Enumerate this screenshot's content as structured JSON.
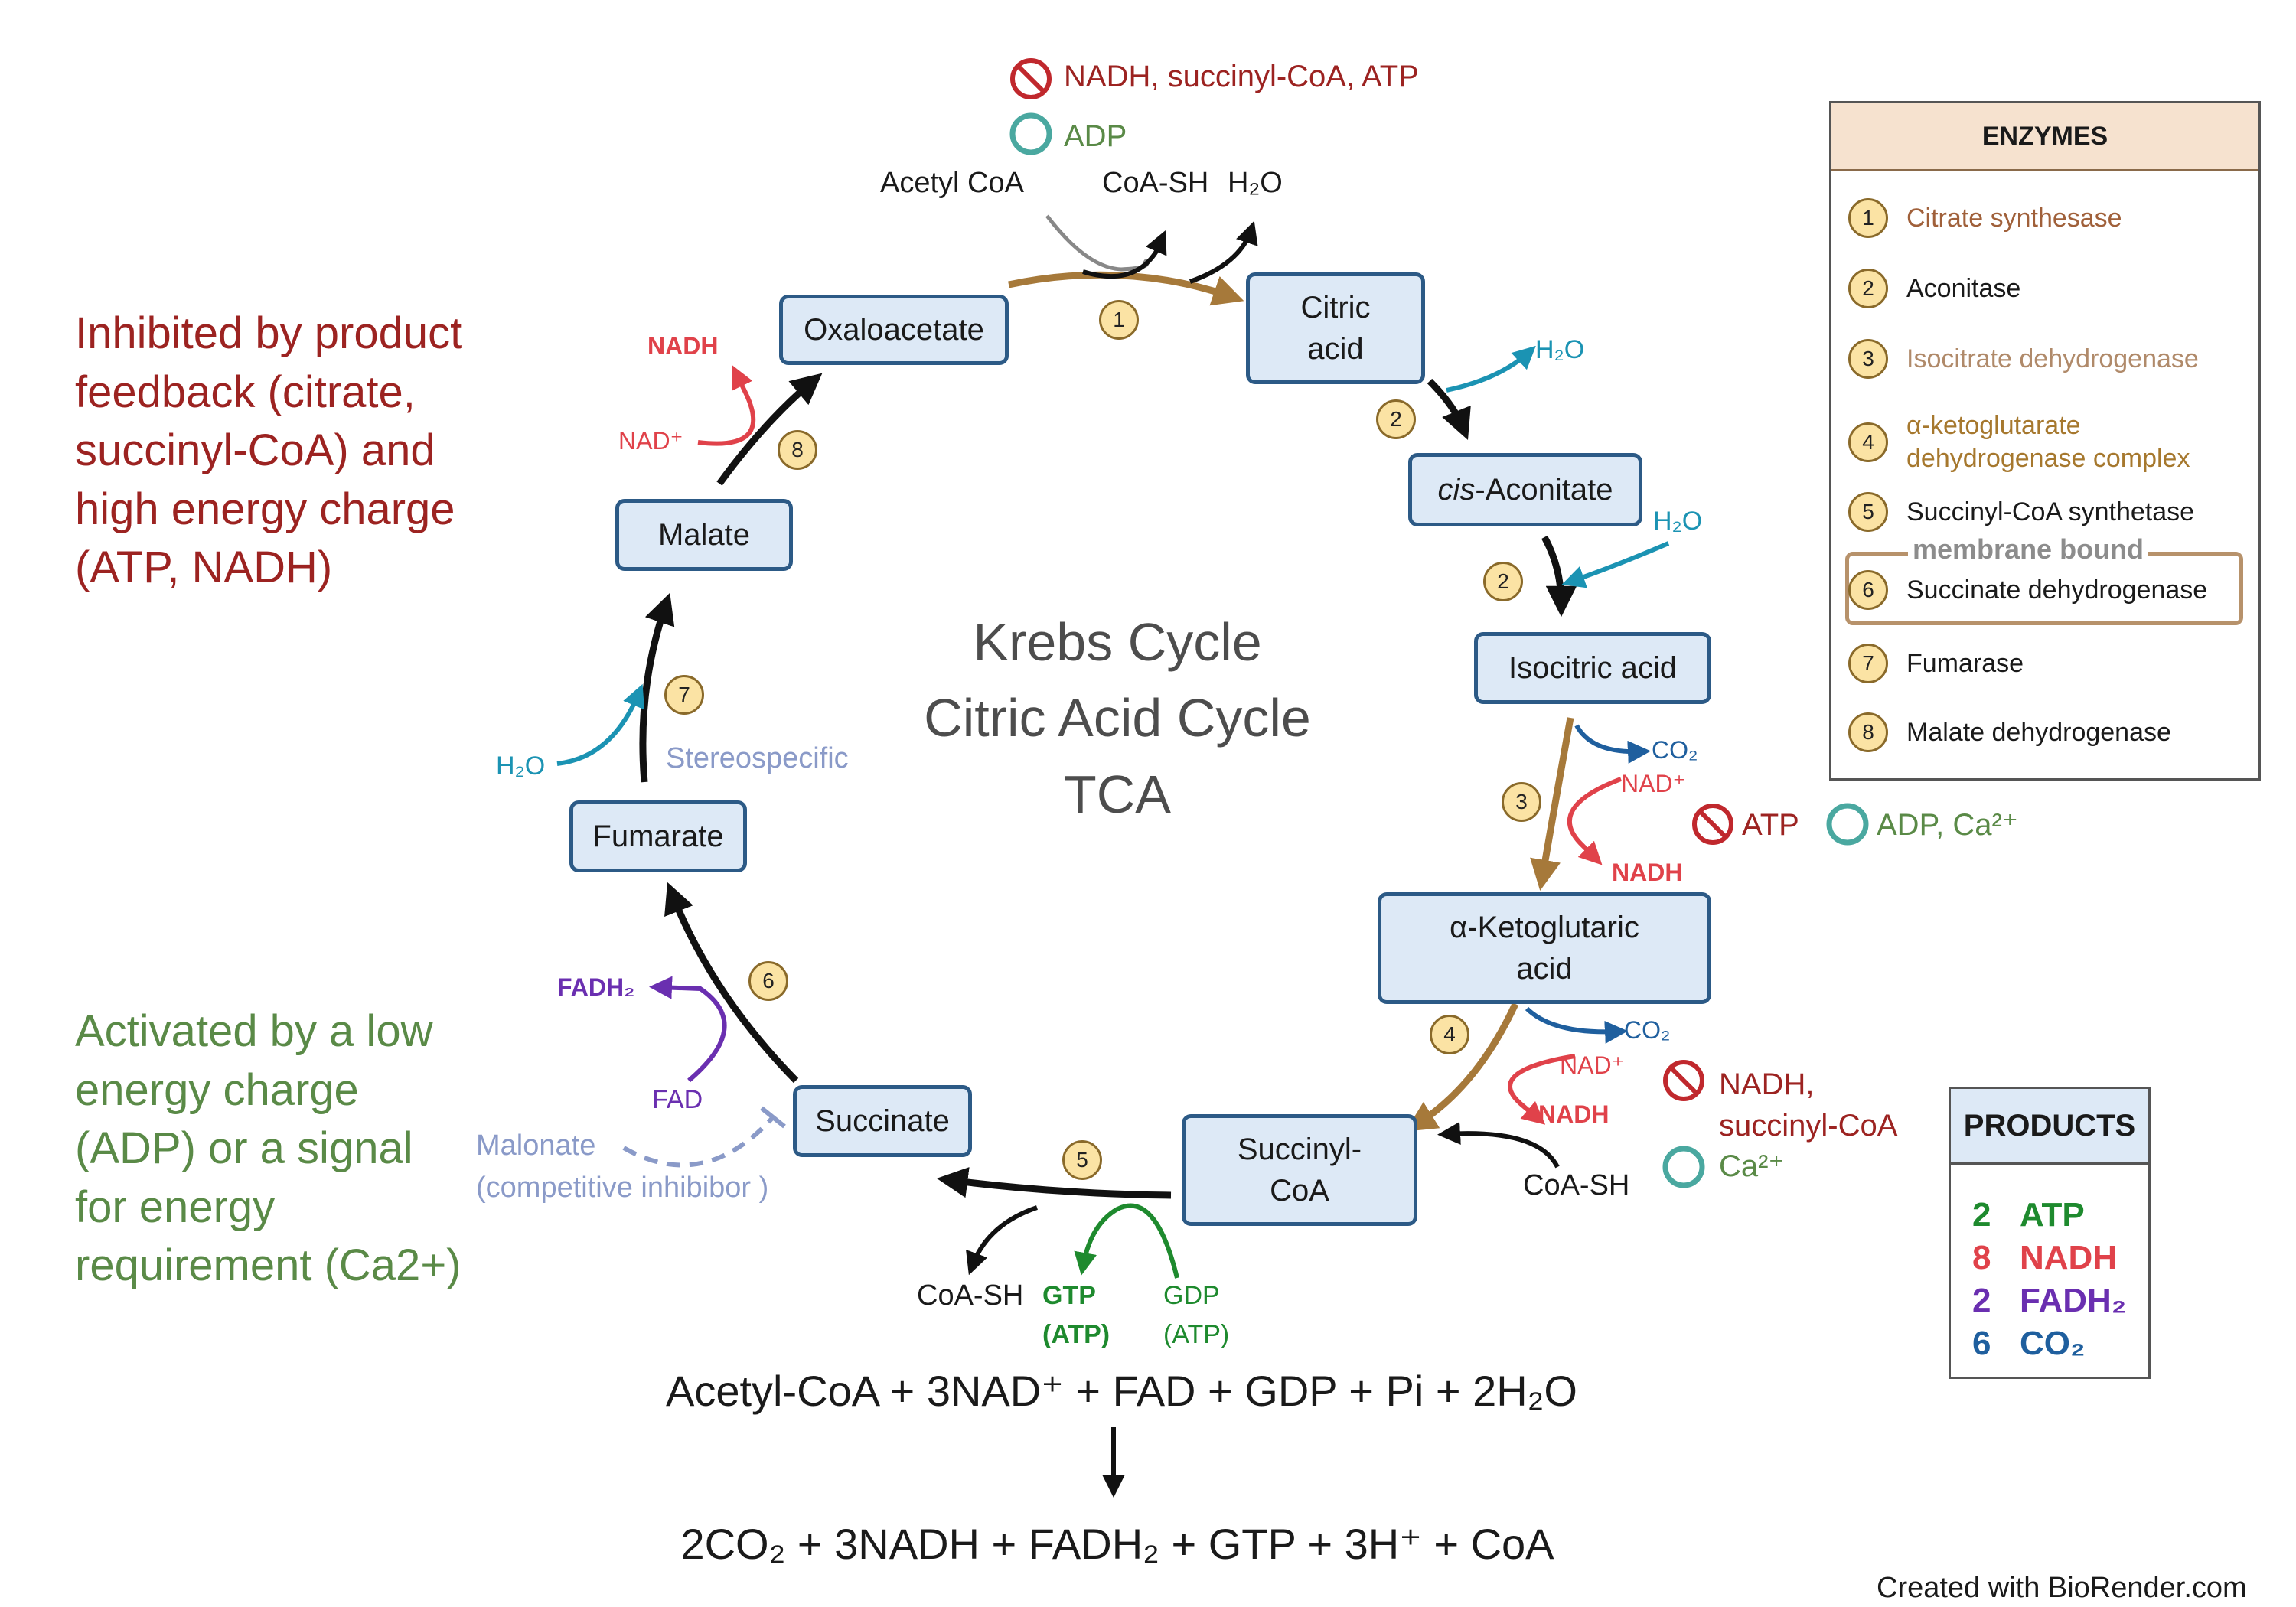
{
  "title_lines": [
    "Krebs Cycle",
    "Citric Acid Cycle",
    "TCA"
  ],
  "metabolites": {
    "oxaloacetate": "Oxaloacetate",
    "citric_acid": "Citric\nacid",
    "cis_aconitate_italic": "cis",
    "cis_aconitate_rest": "-Aconitate",
    "isocitric_acid": "Isocitric acid",
    "alpha_ketoglutaric": "α-Ketoglutaric\nacid",
    "succinyl_coa": "Succinyl-\nCoA",
    "succinate": "Succinate",
    "fumarate": "Fumarate",
    "malate": "Malate"
  },
  "side_labels": {
    "acetyl_coa": "Acetyl CoA",
    "coa_sh_top": "CoA-SH",
    "h2o_top": "H₂O",
    "h2o_step2a": "H₂O",
    "h2o_step2b": "H₂O",
    "co2_step3": "CO₂",
    "nad_step3": "NAD⁺",
    "nadh_step3": "NADH",
    "co2_step4": "CO₂",
    "nad_step4": "NAD⁺",
    "nadh_step4": "NADH",
    "coa_sh_step4": "CoA-SH",
    "coa_sh_step5": "CoA-SH",
    "gtp": "GTP\n(ATP)",
    "gdp": "GDP\n(ATP)",
    "fadh2": "FADH₂",
    "fad": "FAD",
    "malonate": "Malonate\n(competitive inhibibor )",
    "h2o_step7": "H₂O",
    "stereospecific": "Stereospecific",
    "nad_step8": "NAD⁺",
    "nadh_step8": "NADH"
  },
  "regulation": {
    "step1_inhibitors": "NADH, succinyl-CoA, ATP",
    "step1_activators": "ADP",
    "step3_inhibitors": "ATP",
    "step3_activators": "ADP, Ca²⁺",
    "step4_inhibitors": "NADH,\nsuccinyl-CoA",
    "step4_activators": "Ca²⁺"
  },
  "step_numbers": [
    "1",
    "2",
    "2",
    "3",
    "4",
    "5",
    "6",
    "7",
    "8"
  ],
  "notes": {
    "inhibited": "Inhibited by product\nfeedback (citrate,\nsuccinyl-CoA) and\nhigh energy charge\n(ATP, NADH)",
    "activated": "Activated by a low\nenergy charge\n(ADP) or a signal\nfor energy\nrequirement (Ca2+)"
  },
  "enzymes": {
    "header": "ENZYMES",
    "membrane_bound_label": "membrane bound",
    "items": [
      {
        "num": "1",
        "name": "Citrate synthesase",
        "color": "#a0603a"
      },
      {
        "num": "2",
        "name": "Aconitase",
        "color": "#1a1a1a"
      },
      {
        "num": "3",
        "name": "Isocitrate dehydrogenase",
        "color": "#b08a6a"
      },
      {
        "num": "4",
        "name": "α-ketoglutarate\ndehydrogenase complex",
        "color": "#a6782e"
      },
      {
        "num": "5",
        "name": "Succinyl-CoA synthetase",
        "color": "#1a1a1a"
      },
      {
        "num": "6",
        "name": "Succinate dehydrogenase",
        "color": "#1a1a1a"
      },
      {
        "num": "7",
        "name": "Fumarase",
        "color": "#1a1a1a"
      },
      {
        "num": "8",
        "name": "Malate dehydrogenase",
        "color": "#1a1a1a"
      }
    ]
  },
  "products": {
    "header": "PRODUCTS",
    "items": [
      {
        "count": "2",
        "name": "ATP",
        "color": "#1e8a2e"
      },
      {
        "count": "8",
        "name": "NADH",
        "color": "#e0424a"
      },
      {
        "count": "2",
        "name": "FADH₂",
        "color": "#6a2fb0"
      },
      {
        "count": "6",
        "name": "CO₂",
        "color": "#1f5f9e"
      }
    ]
  },
  "equation": {
    "reactants": "Acetyl-CoA + 3NAD⁺ + FAD + GDP + Pi + 2H₂O",
    "products": "2CO₂ + 3NADH + FADH₂ + GTP + 3H⁺ + CoA"
  },
  "credit": "Created with BioRender.com",
  "colors": {
    "cycle_arrow": "#111111",
    "regulated_arrow": "#a6793a",
    "water": "#1b93b3",
    "co2": "#1f5f9e",
    "nadh": "#e0424a",
    "fad": "#6a2fb0",
    "gtp": "#1e8a2e",
    "inhibit": "#c0282d",
    "activate": "#4aa8a0"
  }
}
